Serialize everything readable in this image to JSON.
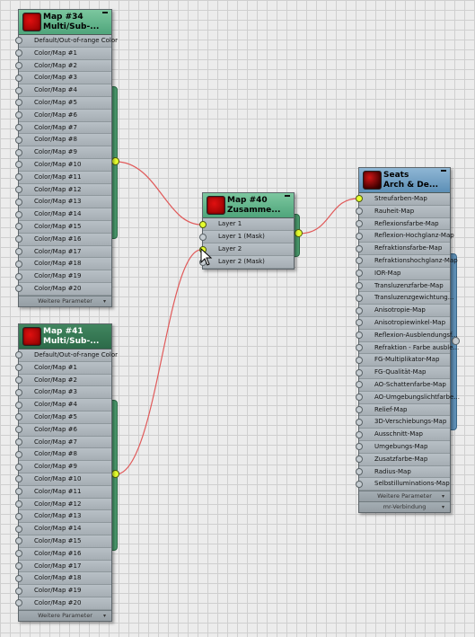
{
  "node34": {
    "title_line1": "Map #34",
    "title_line2": "Multi/Sub-...",
    "rows": [
      "Default/Out-of-range Color",
      "Color/Map #1",
      "Color/Map #2",
      "Color/Map #3",
      "Color/Map #4",
      "Color/Map #5",
      "Color/Map #6",
      "Color/Map #7",
      "Color/Map #8",
      "Color/Map #9",
      "Color/Map #10",
      "Color/Map #11",
      "Color/Map #12",
      "Color/Map #13",
      "Color/Map #14",
      "Color/Map #15",
      "Color/Map #16",
      "Color/Map #17",
      "Color/Map #18",
      "Color/Map #19",
      "Color/Map #20"
    ],
    "footer": "Weitere Parameter",
    "footer_arrow": "▾"
  },
  "node41": {
    "title_line1": "Map #41",
    "title_line2": "Multi/Sub-...",
    "rows": [
      "Default/Out-of-range Color",
      "Color/Map #1",
      "Color/Map #2",
      "Color/Map #3",
      "Color/Map #4",
      "Color/Map #5",
      "Color/Map #6",
      "Color/Map #7",
      "Color/Map #8",
      "Color/Map #9",
      "Color/Map #10",
      "Color/Map #11",
      "Color/Map #12",
      "Color/Map #13",
      "Color/Map #14",
      "Color/Map #15",
      "Color/Map #16",
      "Color/Map #17",
      "Color/Map #18",
      "Color/Map #19",
      "Color/Map #20"
    ],
    "footer": "Weitere Parameter",
    "footer_arrow": "▾"
  },
  "node40": {
    "title_line1": "Map #40",
    "title_line2": "Zusamme...",
    "rows": [
      "Layer 1",
      "Layer 1 (Mask)",
      "Layer 2",
      "Layer 2 (Mask)"
    ]
  },
  "seats": {
    "title_line1": "Seats",
    "title_line2": "Arch & De...",
    "rows": [
      "Streufarben-Map",
      "Rauheit-Map",
      "Reflexionsfarbe-Map",
      "Reflexion-Hochglanz-Map",
      "Refraktionsfarbe-Map",
      "Refraktionshochglanz-Map",
      "IOR-Map",
      "Transluzenzfarbe-Map",
      "Transluzenzgewichtung...",
      "Anisotropie-Map",
      "Anisotropiewinkel-Map",
      "Reflexion-Ausblendungsf...",
      "Refraktion - Farbe ausble...",
      "FG-Multiplikator-Map",
      "FG-Qualität-Map",
      "AO-Schattenfarbe-Map",
      "AO-Umgebungslichtfarbe...",
      "Relief-Map",
      "3D-Verschiebungs-Map",
      "Ausschnitt-Map",
      "Umgebungs-Map",
      "Zusatzfarbe-Map",
      "Radius-Map",
      "Selbstilluminations-Map"
    ],
    "footer1": "Weitere Parameter",
    "footer2": "mr-Verbindung",
    "footer_arrow": "▾"
  },
  "colors": {
    "wire": "#e05a5a",
    "socket_active": "#e6ff2e",
    "canvas": "#ececec",
    "header_green": "#5fb488",
    "header_dark_green": "#2f6f4c",
    "header_blue": "#6a9cc2"
  },
  "icons": [
    "red-material-thumbnail-icon",
    "minimize-icon",
    "socket-icon",
    "mouse-pointer-icon"
  ]
}
